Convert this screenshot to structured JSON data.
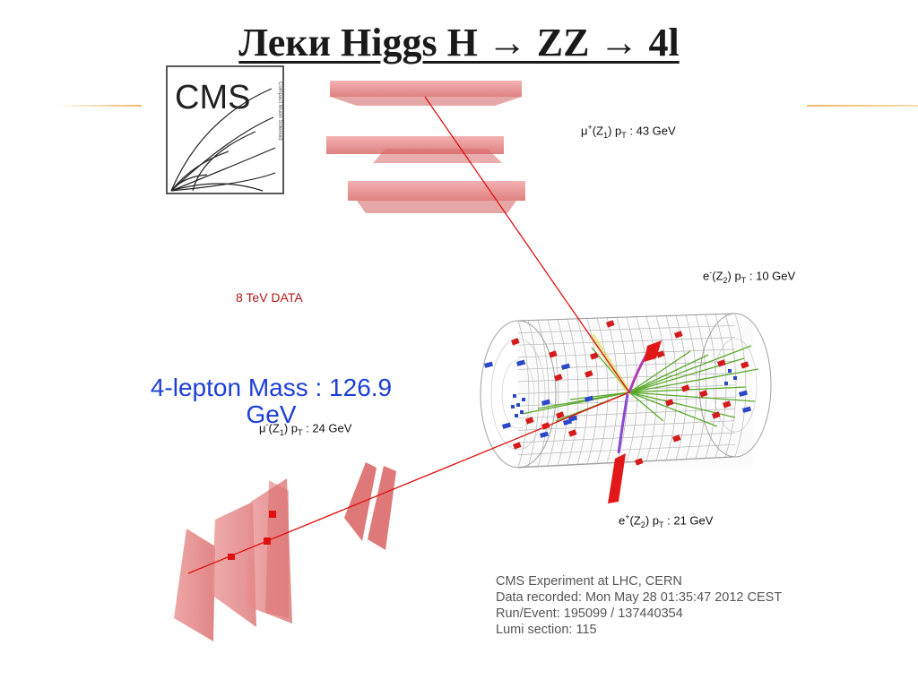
{
  "slide": {
    "title": "Леки Higgs H → ZZ → 4l",
    "logo_text": "CMS",
    "logo_side_text": "Compact Muon Solenoid",
    "data_label": "8 TeV DATA",
    "mass_label": "4-lepton Mass : 126.9 GeV"
  },
  "leptons": [
    {
      "id": "mu-plus-z1",
      "particle": "μ",
      "charge": "+",
      "parent": "Z",
      "parent_index": "1",
      "pt_symbol": "p",
      "pt_sub": "T",
      "value": ": 43 GeV"
    },
    {
      "id": "e-minus-z2",
      "particle": "e",
      "charge": "-",
      "parent": "Z",
      "parent_index": "2",
      "pt_symbol": "p",
      "pt_sub": "T",
      "value": ": 10 GeV"
    },
    {
      "id": "mu-minus-z1",
      "particle": "μ",
      "charge": "-",
      "parent": "Z",
      "parent_index": "1",
      "pt_symbol": "p",
      "pt_sub": "T",
      "value": ": 24 GeV"
    },
    {
      "id": "e-plus-z2",
      "particle": "e",
      "charge": "+",
      "parent": "Z",
      "parent_index": "2",
      "pt_symbol": "p",
      "pt_sub": "T",
      "value": ": 21 GeV"
    }
  ],
  "event_info": {
    "line1": "CMS Experiment at LHC, CERN",
    "line2": "Data recorded: Mon May 28 01:35:47 2012 CEST",
    "line3": "Run/Event: 195099 / 137440354",
    "line4": "Lumi section: 115"
  },
  "colors": {
    "title": "#1a1a1a",
    "mass_text": "#1d3fd6",
    "data_label": "#b01818",
    "muon_track": "#e01010",
    "muon_chamber": "#e07a7a",
    "accent_line": "#f0b868",
    "jet_tracks": "#5aaa2a"
  }
}
